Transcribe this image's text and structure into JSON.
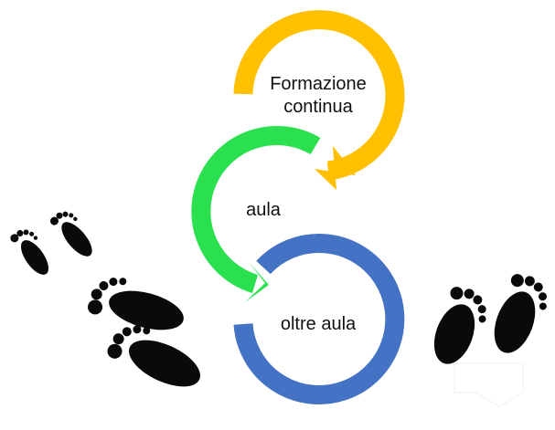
{
  "diagram": {
    "steps": [
      {
        "id": "formazione-continua",
        "lines": [
          "Formazione",
          "continua"
        ],
        "color": "#FFC000"
      },
      {
        "id": "aula",
        "lines": [
          "aula"
        ],
        "color": "#2BE04E"
      },
      {
        "id": "oltre-aula",
        "lines": [
          "oltre aula"
        ],
        "color": "#4472C4"
      }
    ],
    "footprint_color": "#0a0a0a",
    "icons": [
      "footprints-icon-left",
      "footprints-icon-right"
    ]
  }
}
